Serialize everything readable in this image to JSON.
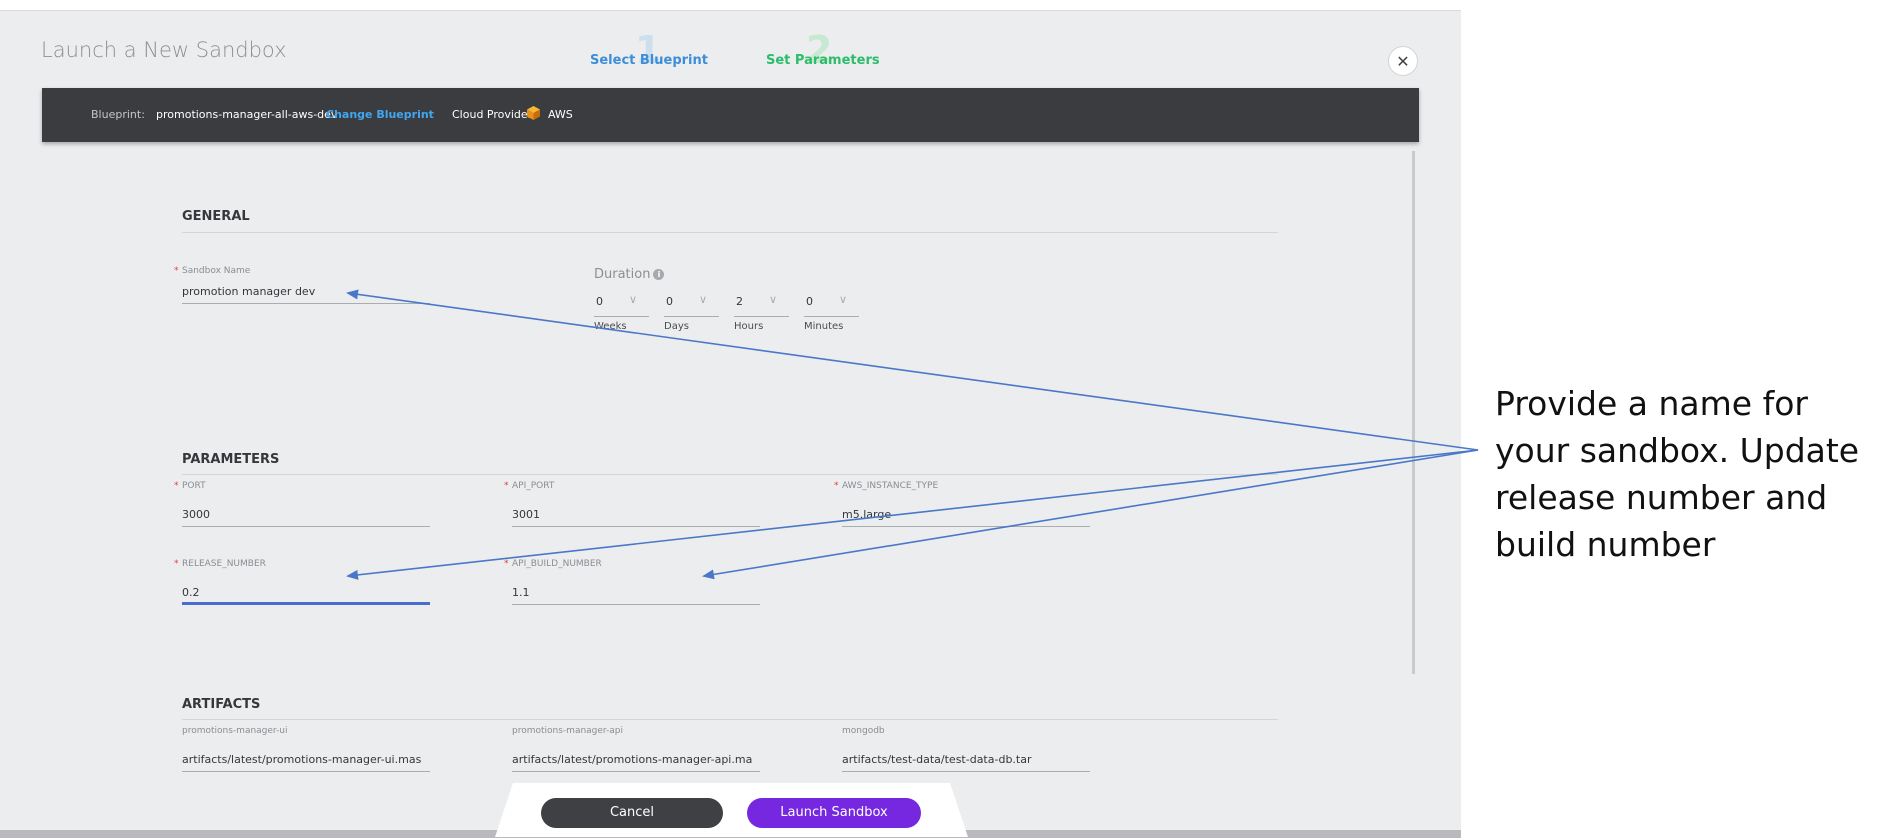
{
  "dialog": {
    "title": "Launch a New Sandbox",
    "steps": [
      {
        "number": "1",
        "label": "Select Blueprint"
      },
      {
        "number": "2",
        "label": "Set Parameters"
      }
    ],
    "close_icon": "close-icon"
  },
  "blueprint_bar": {
    "blueprint_label": "Blueprint:",
    "blueprint_value": "promotions-manager-all-aws-dev",
    "change_link": "Change Blueprint",
    "cloud_label": "Cloud Provider:",
    "cloud_icon": "aws-cube-icon",
    "cloud_value": "AWS"
  },
  "general": {
    "title": "GENERAL",
    "sandbox_name": {
      "label": "Sandbox Name",
      "value": "promotion manager dev",
      "required": true
    },
    "duration": {
      "title": "Duration",
      "fields": [
        {
          "value": "0",
          "unit": "Weeks"
        },
        {
          "value": "0",
          "unit": "Days"
        },
        {
          "value": "2",
          "unit": "Hours"
        },
        {
          "value": "0",
          "unit": "Minutes"
        }
      ]
    }
  },
  "parameters": {
    "title": "PARAMETERS",
    "fields": [
      {
        "label": "PORT",
        "value": "3000",
        "required": true
      },
      {
        "label": "API_PORT",
        "value": "3001",
        "required": true
      },
      {
        "label": "AWS_INSTANCE_TYPE",
        "value": "m5.large",
        "required": true
      },
      {
        "label": "RELEASE_NUMBER",
        "value": "0.2",
        "required": true
      },
      {
        "label": "API_BUILD_NUMBER",
        "value": "1.1",
        "required": true
      }
    ]
  },
  "artifacts": {
    "title": "ARTIFACTS",
    "fields": [
      {
        "label": "promotions-manager-ui",
        "value": "artifacts/latest/promotions-manager-ui.mas"
      },
      {
        "label": "promotions-manager-api",
        "value": "artifacts/latest/promotions-manager-api.ma"
      },
      {
        "label": "mongodb",
        "value": "artifacts/test-data/test-data-db.tar"
      }
    ]
  },
  "footer": {
    "cancel": "Cancel",
    "launch": "Launch Sandbox"
  },
  "callout": {
    "text": "Provide a name for your sandbox. Update release number and build number"
  },
  "colors": {
    "accent_blue": "#3d8ed8",
    "accent_green": "#2bbd6a",
    "launch_purple": "#7528e0",
    "arrow_blue": "#4a78c8",
    "required_red": "#e03b3b"
  }
}
